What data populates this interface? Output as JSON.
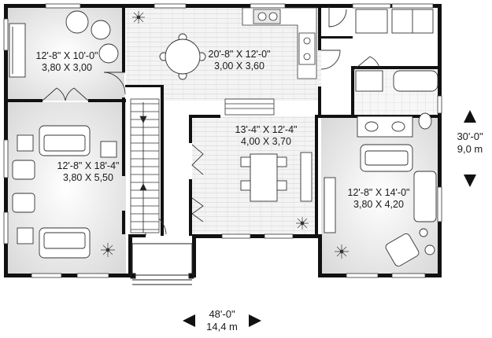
{
  "rooms": [
    {
      "id": "study",
      "dim_imperial": "12'-8\" X 10'-0\"",
      "dim_metric": "3,80 X 3,00"
    },
    {
      "id": "kitchen-dining",
      "dim_imperial": "20'-8\" X 12'-0\"",
      "dim_metric": "3,00 X 3,60"
    },
    {
      "id": "living-room",
      "dim_imperial": "12'-8\" X 18'-4\"",
      "dim_metric": "3,80 X 5,50"
    },
    {
      "id": "dining-room",
      "dim_imperial": "13'-4\" X 12'-4\"",
      "dim_metric": "4,00 X 3,70"
    },
    {
      "id": "family-room",
      "dim_imperial": "12'-8\" X 14'-0\"",
      "dim_metric": "3,80 X 4,20"
    }
  ],
  "overall": {
    "depth_imperial": "30'-0\"",
    "depth_metric": "9,0 m",
    "width_imperial": "48'-0\"",
    "width_metric": "14,4 m"
  }
}
